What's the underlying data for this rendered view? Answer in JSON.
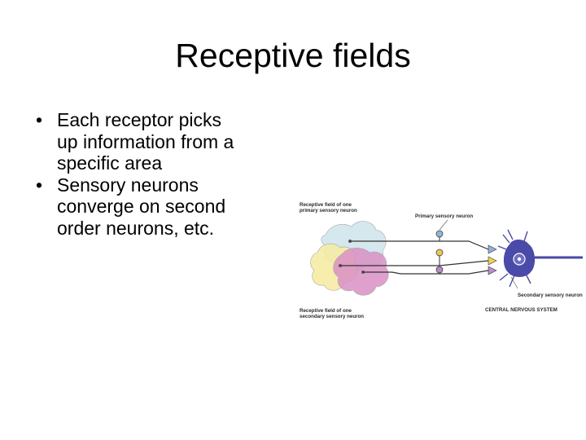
{
  "slide": {
    "title": "Receptive fields",
    "bullets": [
      {
        "symbol": "•",
        "lines": [
          "Each receptor picks",
          "up information from a",
          "specific area"
        ]
      },
      {
        "symbol": "•",
        "lines": [
          "Sensory neurons",
          "converge on second",
          "order neurons, etc."
        ]
      }
    ]
  },
  "figure": {
    "labels": {
      "rf_primary": [
        "Receptive field of one",
        "primary sensory neuron"
      ],
      "primary_neuron": "Primary sensory neuron",
      "rf_secondary": [
        "Receptive field of one",
        "secondary sensory neuron"
      ],
      "secondary_neuron": "Secondary sensory neuron",
      "cns": "CENTRAL NERVOUS SYSTEM"
    },
    "colors": {
      "field_blue": "#cfe6ec",
      "field_yellow": "#f6eba4",
      "field_magenta": "#d98fc4",
      "field_outline": "#a8a8a8",
      "axon": "#333333",
      "receptor_blue": "#8fb8d2",
      "receptor_yellow": "#e8c85a",
      "receptor_purple": "#b48ac4",
      "terminal_blue": "#8fb2d8",
      "terminal_yellow": "#f0d25a",
      "terminal_purple": "#b78fd1",
      "neuron_body": "#4a4aa8",
      "neuron_nucleus": "#ffffff"
    }
  }
}
